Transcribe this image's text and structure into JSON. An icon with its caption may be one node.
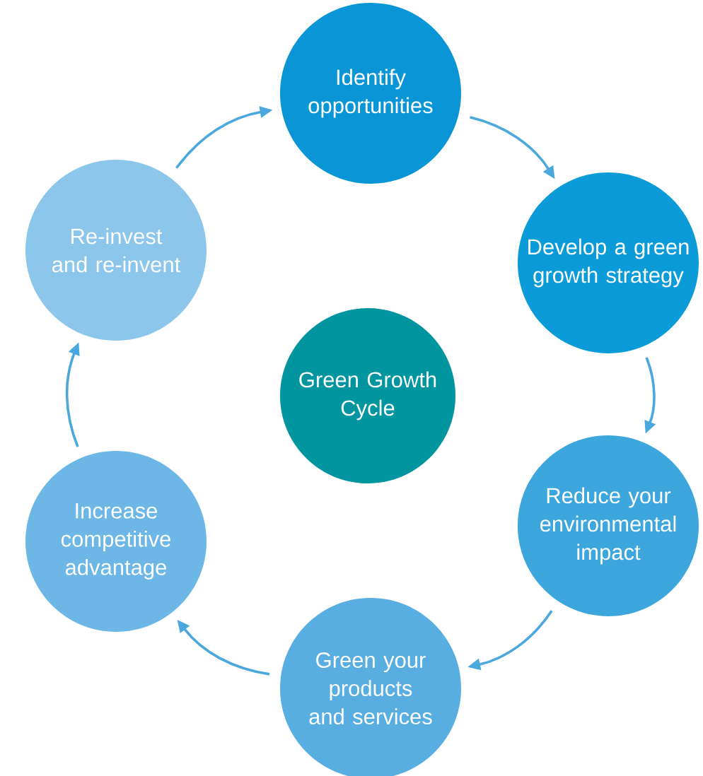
{
  "diagram": {
    "nodes": [
      {
        "text": [
          "Identify opportunities"
        ]
      },
      {
        "text": [
          "Develop a green growth strategy"
        ]
      },
      {
        "text": [
          "Reduce your environmental impact"
        ]
      },
      {
        "text": [
          "Green your products and services"
        ]
      },
      {
        "text": [
          "Increase competitive advantage"
        ]
      },
      {
        "text": [
          "Re-invest and re-invent"
        ]
      },
      {
        "text": [
          "Green Growth Cycle"
        ]
      }
    ],
    "edges": [
      {
        "from": 0,
        "to": 1,
        "arrow": "to"
      },
      {
        "from": 1,
        "to": 2,
        "arrow": "to"
      },
      {
        "from": 2,
        "to": 3,
        "arrow": "to"
      },
      {
        "from": 3,
        "to": 4,
        "arrow": "to"
      },
      {
        "from": 4,
        "to": 5,
        "arrow": "to"
      },
      {
        "from": 5,
        "to": 0,
        "arrow": "to"
      }
    ]
  }
}
